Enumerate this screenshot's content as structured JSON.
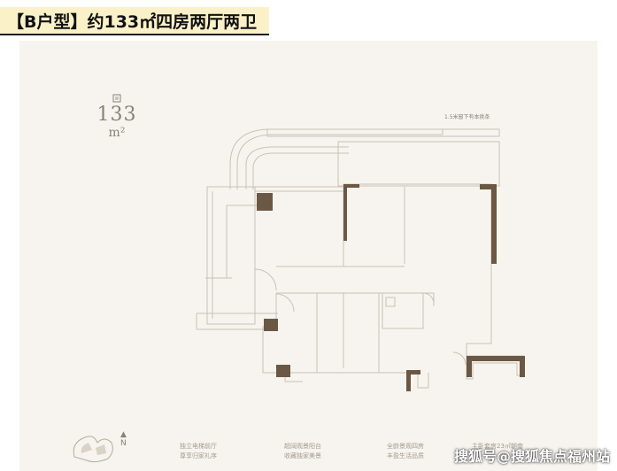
{
  "header": {
    "title_main": "【B户型】约133㎡四房两厅两卫"
  },
  "area": {
    "number": "133",
    "unit": "m²",
    "icon": "area-badge-icon"
  },
  "callout": {
    "text": "1.5米窗下有本挑条"
  },
  "features": [
    {
      "line1": "独立电梯前厅",
      "line2": "尊享归家礼序"
    },
    {
      "line1": "超阔观景阳台",
      "line2": "收藏独家美景"
    },
    {
      "line1": "全龄景观四房",
      "line2": "丰盈生活品质"
    },
    {
      "line1": "主卧套房23㎡朝南",
      "line2": ""
    }
  ],
  "compass": {
    "label": "N",
    "icon": "north-arrow-icon"
  },
  "key_plan": {
    "icon": "key-plan-icon"
  },
  "watermark": {
    "text": "搜狐号@搜狐焦点福州站"
  },
  "colors": {
    "title_bg": "#fbf1c9",
    "card_bg": "#f7f4ef",
    "wall_line": "#c9c2b6",
    "column_fill": "#6b5844",
    "text_muted": "#8a8174"
  }
}
